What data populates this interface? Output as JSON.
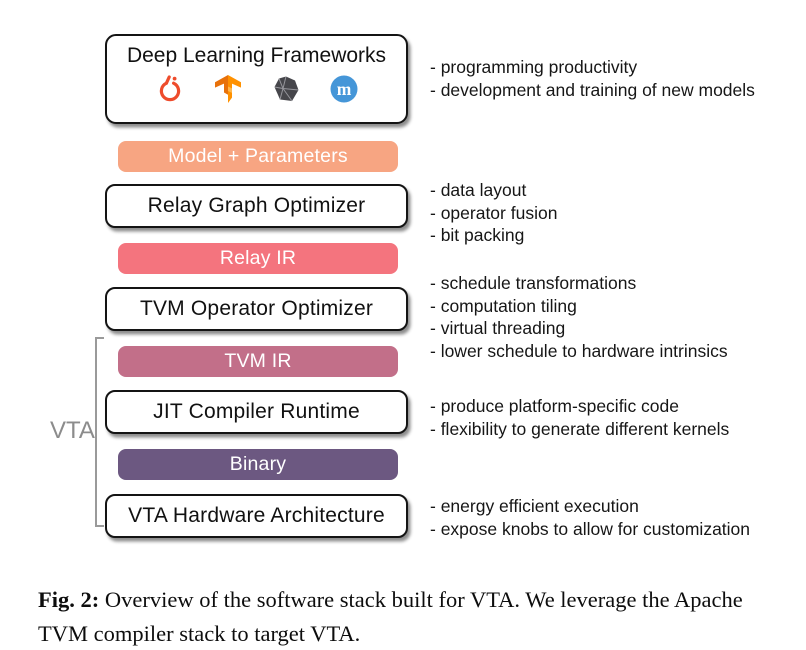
{
  "stack": {
    "frameworks_box": {
      "label": "Deep Learning Frameworks",
      "icons": [
        "pytorch-icon",
        "tensorflow-icon",
        "gem-framework-icon",
        "mxnet-icon"
      ]
    },
    "boxes": [
      {
        "label": "Model + Parameters",
        "kind": "pill",
        "bg": "#F7A582"
      },
      {
        "label": "Relay Graph Optimizer",
        "kind": "stage"
      },
      {
        "label": "Relay IR",
        "kind": "pill",
        "bg": "#F4747E"
      },
      {
        "label": "TVM Operator Optimizer",
        "kind": "stage"
      },
      {
        "label": "TVM IR",
        "kind": "pill",
        "bg": "#C26F89"
      },
      {
        "label": "JIT Compiler Runtime",
        "kind": "stage"
      },
      {
        "label": "Binary",
        "kind": "pill",
        "bg": "#6C5881"
      },
      {
        "label": "VTA Hardware Architecture",
        "kind": "stage"
      }
    ],
    "bracket_label": "VTA"
  },
  "annotations": {
    "frameworks": [
      "- programming productivity",
      "- development and training of new models"
    ],
    "relay_graph_optimizer": [
      "- data layout",
      "- operator fusion",
      "- bit packing"
    ],
    "tvm_operator_optimizer": [
      "- schedule transformations",
      "- computation tiling",
      "- virtual threading",
      "- lower schedule to hardware intrinsics"
    ],
    "jit_compiler_runtime": [
      "- produce platform-specific code",
      "- flexibility to generate different kernels"
    ],
    "vta_hardware": [
      "- energy efficient execution",
      "- expose knobs to allow for customization"
    ]
  },
  "caption": {
    "label": "Fig. 2:",
    "text": " Overview of the software stack built for VTA. We leverage the Apache TVM compiler stack to target VTA."
  },
  "colors": {
    "model_parameters_bg": "#F7A582",
    "relay_ir_bg": "#F4747E",
    "tvm_ir_bg": "#C26F89",
    "binary_bg": "#6C5881",
    "pytorch_orange": "#EE4C2C",
    "tensorflow_orange": "#FF9100",
    "tensorflow_orange_dark": "#E8710A",
    "gem_gray": "#46464B",
    "mxnet_blue": "#4596D8",
    "bracket_gray": "#9A9A9A"
  }
}
